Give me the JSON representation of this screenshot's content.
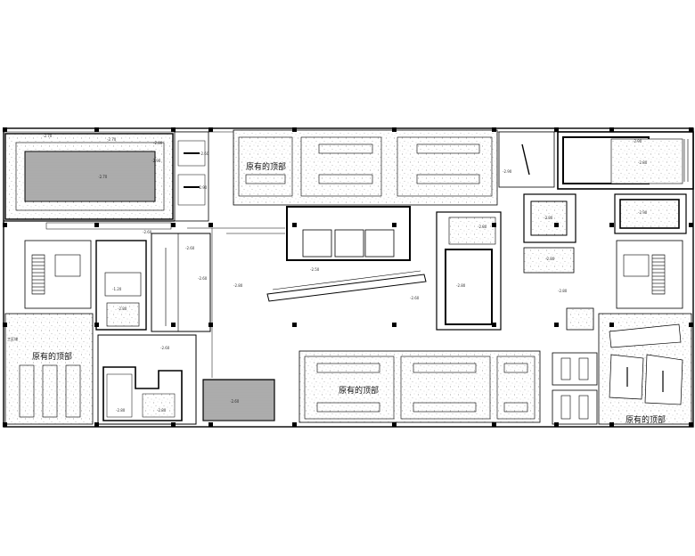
{
  "drawing": {
    "regions": {
      "existing_top": "原有的顶部",
      "existing_left": "原有的顶部",
      "existing_bottom": "原有的顶部",
      "existing_right": "原有的顶部"
    },
    "left_note": "工区域"
  },
  "levels": {
    "l1": "-2.70",
    "l2": "-2.70",
    "l3": "-2.80",
    "l4": "-2.70",
    "l5": "-2.90",
    "l6": "-2.60",
    "l7": "-2.90",
    "l8": "-2.60",
    "l9": "-1.20",
    "l10": "-2.80",
    "l11": "-2.60",
    "l12": "-2.80",
    "l13": "-2.60",
    "l14": "-2.50",
    "l15": "-2.60",
    "l16": "-2.80",
    "l17": "-2.80",
    "l18": "-2.90",
    "l19": "-2.90",
    "l20": "-2.80",
    "l21": "-2.80",
    "l22": "-2.90",
    "l23": "-2.80",
    "l24": "-2.80",
    "l25": "-2.60",
    "l26": "-2.80",
    "l27": "-2.80",
    "l28": "-2.60"
  }
}
